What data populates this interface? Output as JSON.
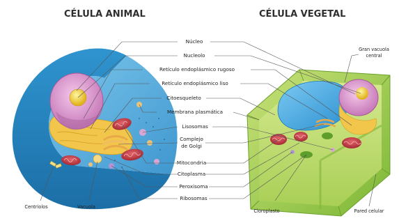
{
  "titles": {
    "animal": "CÉLULA ANIMAL",
    "vegetal": "CÉLULA VEGETAL"
  },
  "center_labels": [
    "Núcleo",
    "Nucleolo",
    "Retículo endoplásmico rugoso",
    "Retículo endoplásmico liso",
    "Citoesqueleto",
    "Membrana plasmática",
    "Lisosomas",
    "Complejo",
    "de Golgi",
    "Mitocondria",
    "Citoplasma",
    "Peroxisoma",
    "Ribosomas"
  ],
  "animal_labels": {
    "centriolos": "Centriolos",
    "vacuola": "Vacuola"
  },
  "vegetal_labels": {
    "gran_vacuola_1": "Gran vacuola",
    "gran_vacuola_2": "central",
    "cloroplasto": "Cloroplasto",
    "pared_celular": "Pared celular"
  },
  "colors": {
    "animal_membrane": "#2f8fc9",
    "animal_cytoplasm": "#5fb3e0",
    "nucleus": "#e7a6d8",
    "er": "#f1c64b",
    "mitochondria": "#c4303c",
    "plant_wall": "#8cc63f",
    "plant_cytoplasm": "#b9dc6b",
    "vacuole": "#3fa6e0"
  }
}
